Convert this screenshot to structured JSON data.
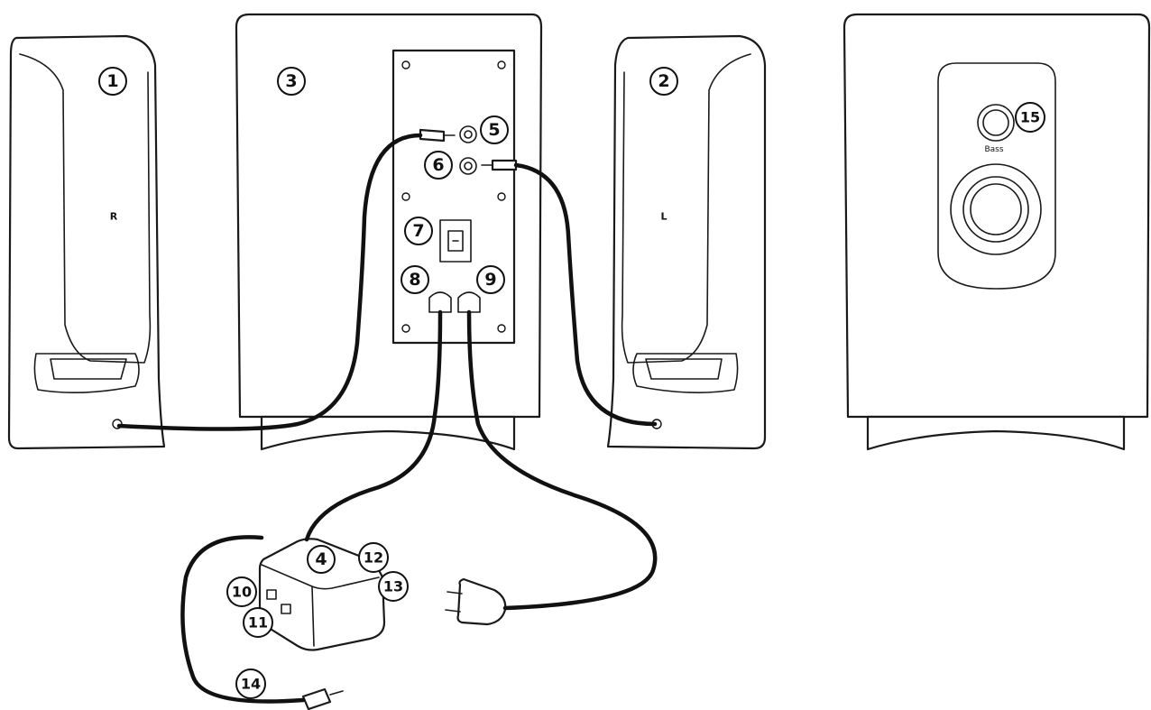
{
  "speaker_right": {
    "side_label": "R"
  },
  "speaker_left": {
    "side_label": "L"
  },
  "subwoofer_front": {
    "knob_label": "Bass"
  },
  "callouts": [
    {
      "number": "1"
    },
    {
      "number": "2"
    },
    {
      "number": "3"
    },
    {
      "number": "4"
    },
    {
      "number": "5"
    },
    {
      "number": "6"
    },
    {
      "number": "7"
    },
    {
      "number": "8"
    },
    {
      "number": "9"
    },
    {
      "number": "10"
    },
    {
      "number": "11"
    },
    {
      "number": "12"
    },
    {
      "number": "13"
    },
    {
      "number": "14"
    },
    {
      "number": "15"
    }
  ],
  "colors": {
    "line": "#111111",
    "background": "#ffffff"
  }
}
